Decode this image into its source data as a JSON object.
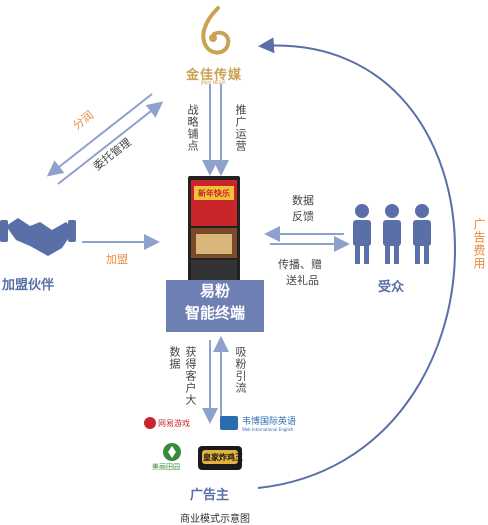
{
  "nodes": {
    "media_company": {
      "logo_text": "金佳传媒",
      "logo_sub": "JINJIA MEDIA"
    },
    "partner": {
      "label": "加盟伙伴"
    },
    "terminal": {
      "line1": "易粉",
      "line2": "智能终端",
      "screen_text": "新年快乐"
    },
    "audience": {
      "label": "受众"
    },
    "advertiser": {
      "label": "广告主"
    }
  },
  "edges": {
    "profit_share": "分润",
    "entrust_manage": "委托管理",
    "join": "加盟",
    "strategy_deploy": "战略铺点",
    "promote_operate": "推广运营",
    "data_feedback_1": "数据",
    "data_feedback_2": "反馈",
    "spread_gift_1": "传播、赠",
    "spread_gift_2": "送礼品",
    "get_customer_data": "获得客户大数据",
    "attract_traffic": "吸粉引流",
    "ad_fee": "广告费用"
  },
  "advertiser_logos": [
    {
      "name": "网易游戏"
    },
    {
      "name": "韦博国际英语",
      "sub": "Web International English"
    },
    {
      "name": "美丽田园"
    },
    {
      "name": "皇家炸鸡王"
    }
  ],
  "caption": "商业模式示意图",
  "colors": {
    "blue": "#5a6fa8",
    "orange": "#ec8a3a",
    "gold": "#c9a254"
  }
}
